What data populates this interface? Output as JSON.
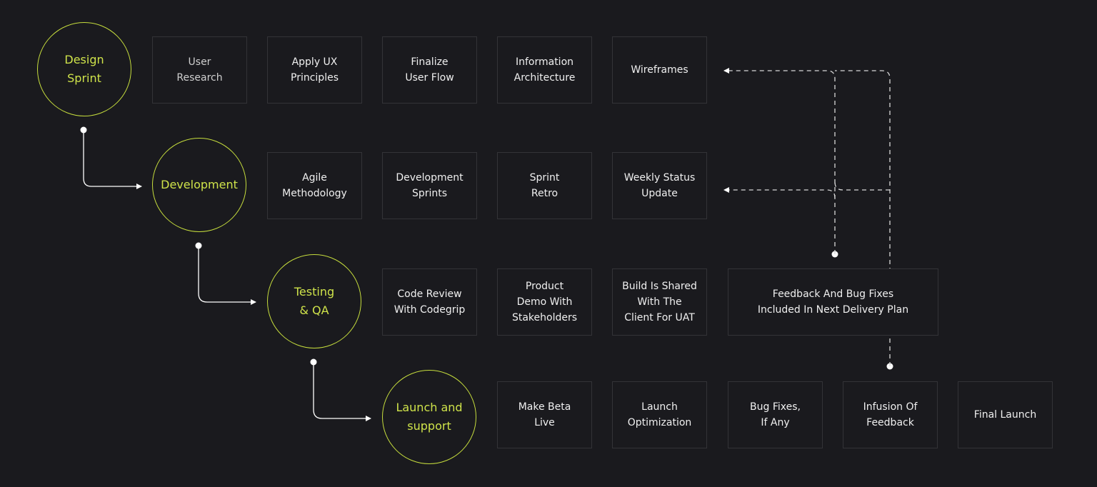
{
  "colors": {
    "background": "#1a1a1e",
    "phase_accent": "#c6dd3d",
    "box_border": "#333337",
    "text": "#f0f0f0",
    "connector": "#ffffff"
  },
  "phases": [
    {
      "id": "design",
      "label": "Design\nSprint",
      "steps": [
        "User\nResearch",
        "Apply UX\nPrinciples",
        "Finalize\nUser Flow",
        "Information\nArchitecture",
        "Wireframes"
      ]
    },
    {
      "id": "development",
      "label": "Development",
      "steps": [
        "Agile\nMethodology",
        "Development\nSprints",
        "Sprint\nRetro",
        "Weekly Status\nUpdate"
      ]
    },
    {
      "id": "testing",
      "label": "Testing\n& QA",
      "steps": [
        "Code Review\nWith Codegrip",
        "Product\nDemo With\nStakeholders",
        "Build Is Shared\nWith The\nClient For UAT",
        "Feedback And Bug Fixes\nIncluded In Next Delivery Plan"
      ]
    },
    {
      "id": "launch",
      "label": "Launch and\nsupport",
      "steps": [
        "Make Beta\nLive",
        "Launch\nOptimization",
        "Bug Fixes,\nIf Any",
        "Infusion Of\nFeedback",
        "Final Launch"
      ]
    }
  ]
}
